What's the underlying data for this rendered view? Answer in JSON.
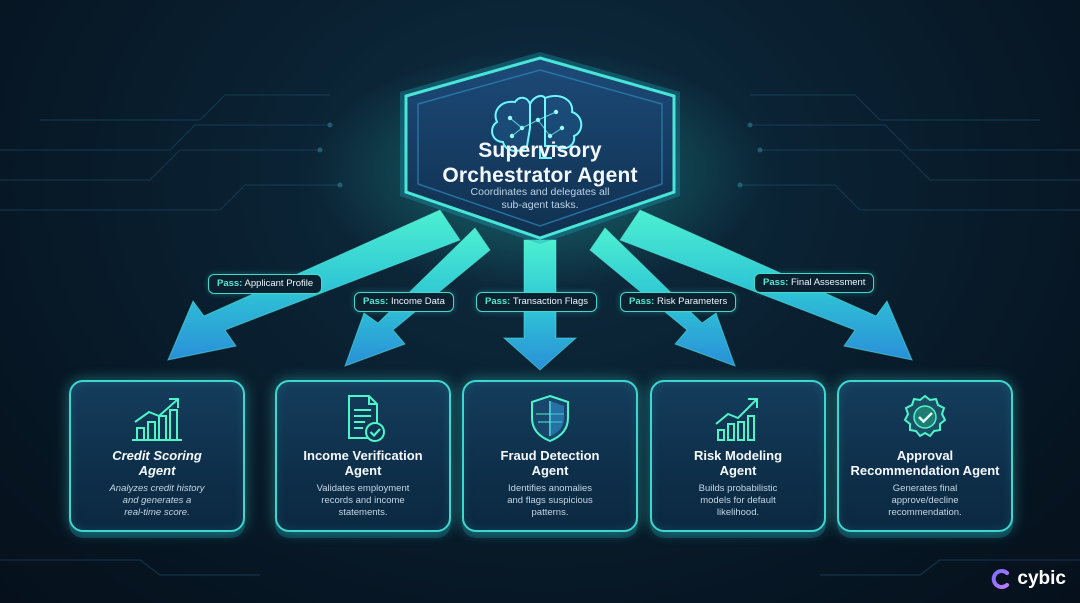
{
  "orchestrator": {
    "title_line1": "Supervisory",
    "title_line2": "Orchestrator Agent",
    "desc_line1": "Coordinates and delegates all",
    "desc_line2": "sub-agent tasks."
  },
  "pass_prefix": "Pass:",
  "passes": [
    {
      "label": "Applicant Profile"
    },
    {
      "label": "Income Data"
    },
    {
      "label": "Transaction Flags"
    },
    {
      "label": "Risk Parameters"
    },
    {
      "label": "Final Assessment"
    }
  ],
  "agents": [
    {
      "title_line1": "Credit Scoring",
      "title_line2": "Agent",
      "desc": [
        "Analyzes credit history",
        "and generates a",
        "real-time score."
      ],
      "icon": "bar-chart-growth-icon"
    },
    {
      "title_line1": "Income Verification",
      "title_line2": "Agent",
      "desc": [
        "Validates employment",
        "records and income",
        "statements."
      ],
      "icon": "document-check-icon"
    },
    {
      "title_line1": "Fraud Detection",
      "title_line2": "Agent",
      "desc": [
        "Identifies anomalies",
        "and flags suspicious",
        "patterns."
      ],
      "icon": "shield-icon"
    },
    {
      "title_line1": "Risk Modeling",
      "title_line2": "Agent",
      "desc": [
        "Builds probabilistic",
        "models for default",
        "likelihood."
      ],
      "icon": "trend-chart-icon"
    },
    {
      "title_line1": "Approval",
      "title_line2": "Recommendation Agent",
      "desc": [
        "Generates final",
        "approve/decline",
        "recommendation."
      ],
      "icon": "badge-check-icon"
    }
  ],
  "brand": {
    "name": "cybic"
  },
  "colors": {
    "accent": "#3ed7d0",
    "background": "#0a2233",
    "arrow": "#3ba9e0",
    "card": "#143d5c"
  }
}
